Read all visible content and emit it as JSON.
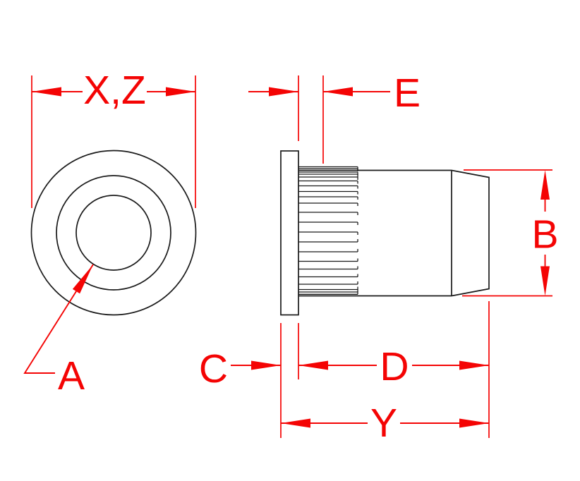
{
  "diagram": {
    "labels": {
      "xz": "X,Z",
      "e": "E",
      "a": "A",
      "b": "B",
      "c": "C",
      "d": "D",
      "y": "Y"
    },
    "colors": {
      "dimension": "#f40404",
      "outline": "#1a1a1a",
      "background": "#ffffff"
    }
  }
}
